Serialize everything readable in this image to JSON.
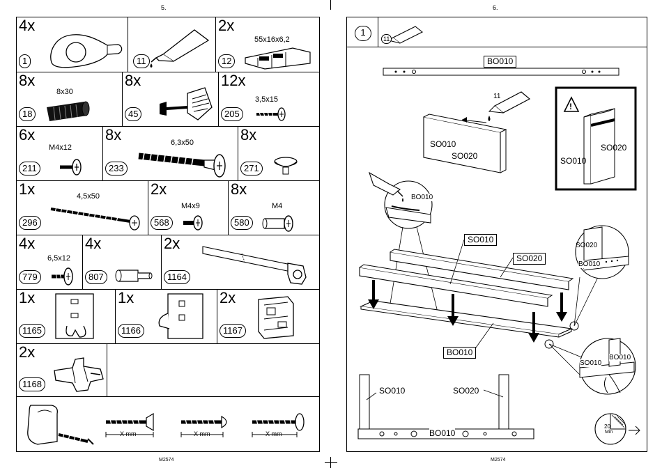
{
  "left_page": {
    "page_number": "5.",
    "footer": "M2574",
    "parts": [
      {
        "qty": "4x",
        "code": "1",
        "dim": ""
      },
      {
        "qty": "",
        "code": "11",
        "dim": ""
      },
      {
        "qty": "2x",
        "code": "12",
        "dim": "55x16x6,2"
      },
      {
        "qty": "8x",
        "code": "18",
        "dim": "8x30"
      },
      {
        "qty": "8x",
        "code": "45",
        "dim": ""
      },
      {
        "qty": "12x",
        "code": "205",
        "dim": "3,5x15"
      },
      {
        "qty": "6x",
        "code": "211",
        "dim": "M4x12"
      },
      {
        "qty": "8x",
        "code": "233",
        "dim": "6,3x50"
      },
      {
        "qty": "8x",
        "code": "271",
        "dim": ""
      },
      {
        "qty": "1x",
        "code": "296",
        "dim": "4,5x50"
      },
      {
        "qty": "2x",
        "code": "568",
        "dim": "M4x9"
      },
      {
        "qty": "8x",
        "code": "580",
        "dim": "M4"
      },
      {
        "qty": "4x",
        "code": "779",
        "dim": "6,5x12"
      },
      {
        "qty": "4x",
        "code": "807",
        "dim": ""
      },
      {
        "qty": "2x",
        "code": "1164",
        "dim": ""
      },
      {
        "qty": "1x",
        "code": "1165",
        "dim": ""
      },
      {
        "qty": "1x",
        "code": "1166",
        "dim": ""
      },
      {
        "qty": "2x",
        "code": "1167",
        "dim": ""
      },
      {
        "qty": "2x",
        "code": "1168",
        "dim": ""
      }
    ],
    "screw_labels": [
      "X mm",
      "X mm",
      "X mm"
    ]
  },
  "right_page": {
    "page_number": "6.",
    "footer": "M2574",
    "step": "1",
    "step_part": "11",
    "glue_part": "11",
    "labels": {
      "bo_top": "BO010",
      "so010_a": "SO010",
      "so020_a": "SO020",
      "warn_so010": "SO010",
      "warn_so020": "SO020",
      "detail_bo": "BO010",
      "so010_b": "SO010",
      "so020_b": "SO020",
      "detail_so020": "SO020",
      "detail_bo2": "BO010",
      "bo_bottom_asm": "BO010",
      "detail_so010": "SO010",
      "detail_bo3": "BO010",
      "so010_c": "SO010",
      "so020_c": "SO020",
      "bo_bottom": "BO010"
    },
    "timer": {
      "value": "20",
      "unit": "Min"
    }
  }
}
